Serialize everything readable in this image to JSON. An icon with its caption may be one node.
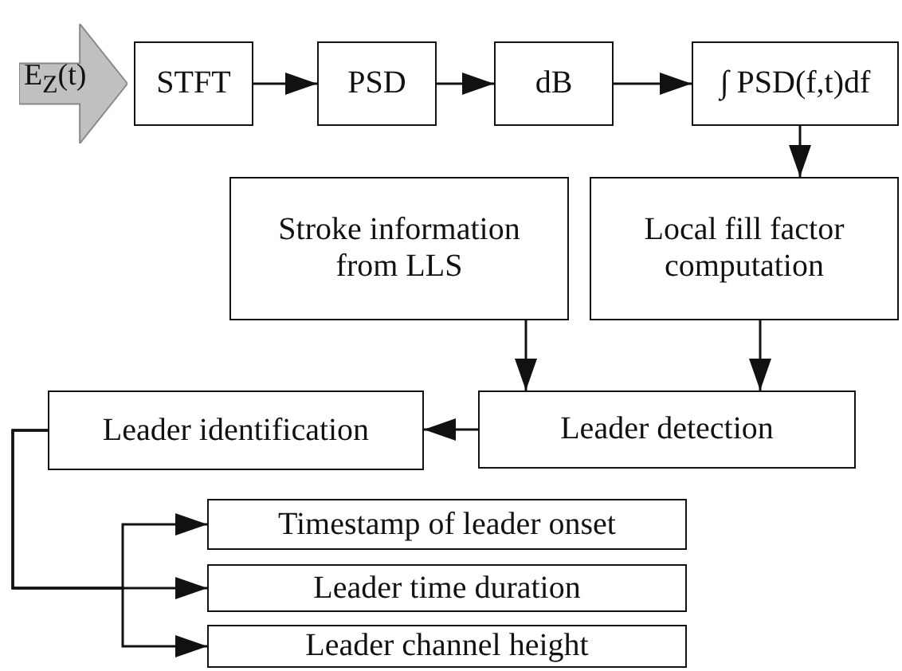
{
  "diagram": {
    "nodes": [
      {
        "text": [
          "E$_{Z}$(t)"
        ]
      },
      {
        "text": [
          "STFT"
        ]
      },
      {
        "text": [
          "PSD"
        ]
      },
      {
        "text": [
          "dB"
        ]
      },
      {
        "text": [
          "∫ PSD(f,t)df"
        ]
      },
      {
        "text": [
          "Stroke information from LLS"
        ]
      },
      {
        "text": [
          "Local fill factor computation"
        ]
      },
      {
        "text": [
          "Leader identification"
        ]
      },
      {
        "text": [
          "Leader detection"
        ]
      },
      {
        "text": [
          "Timestamp of leader onset"
        ]
      },
      {
        "text": [
          "Leader time duration"
        ]
      },
      {
        "text": [
          "Leader channel height"
        ]
      }
    ],
    "edges": [
      {
        "from": 1,
        "to": 2,
        "arrow": "to"
      },
      {
        "from": 2,
        "to": 3,
        "arrow": "to"
      },
      {
        "from": 3,
        "to": 4,
        "arrow": "to"
      },
      {
        "from": 4,
        "to": 6,
        "arrow": "to"
      },
      {
        "from": 5,
        "to": 8,
        "arrow": "to"
      },
      {
        "from": 6,
        "to": 8,
        "arrow": "to"
      },
      {
        "from": 8,
        "to": 7,
        "arrow": "to"
      },
      {
        "from": 7,
        "to": 9,
        "arrow": "to"
      },
      {
        "from": 7,
        "to": 10,
        "arrow": "to"
      },
      {
        "from": 7,
        "to": 11,
        "arrow": "to"
      }
    ]
  }
}
